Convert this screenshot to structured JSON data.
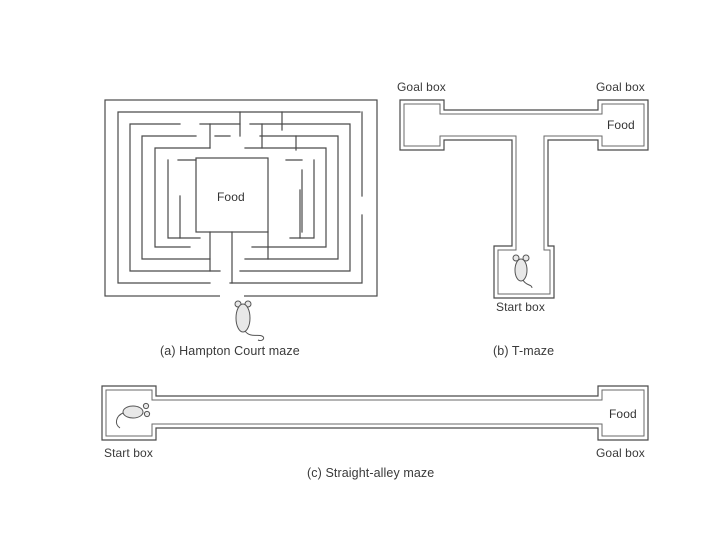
{
  "hampton": {
    "caption": "(a) Hampton Court maze",
    "food": "Food"
  },
  "tmaze": {
    "caption": "(b) T-maze",
    "goal_left": "Goal box",
    "goal_right": "Goal box",
    "food": "Food",
    "start": "Start box"
  },
  "straight": {
    "caption": "(c) Straight-alley maze",
    "start": "Start box",
    "goal": "Goal box",
    "food": "Food"
  }
}
